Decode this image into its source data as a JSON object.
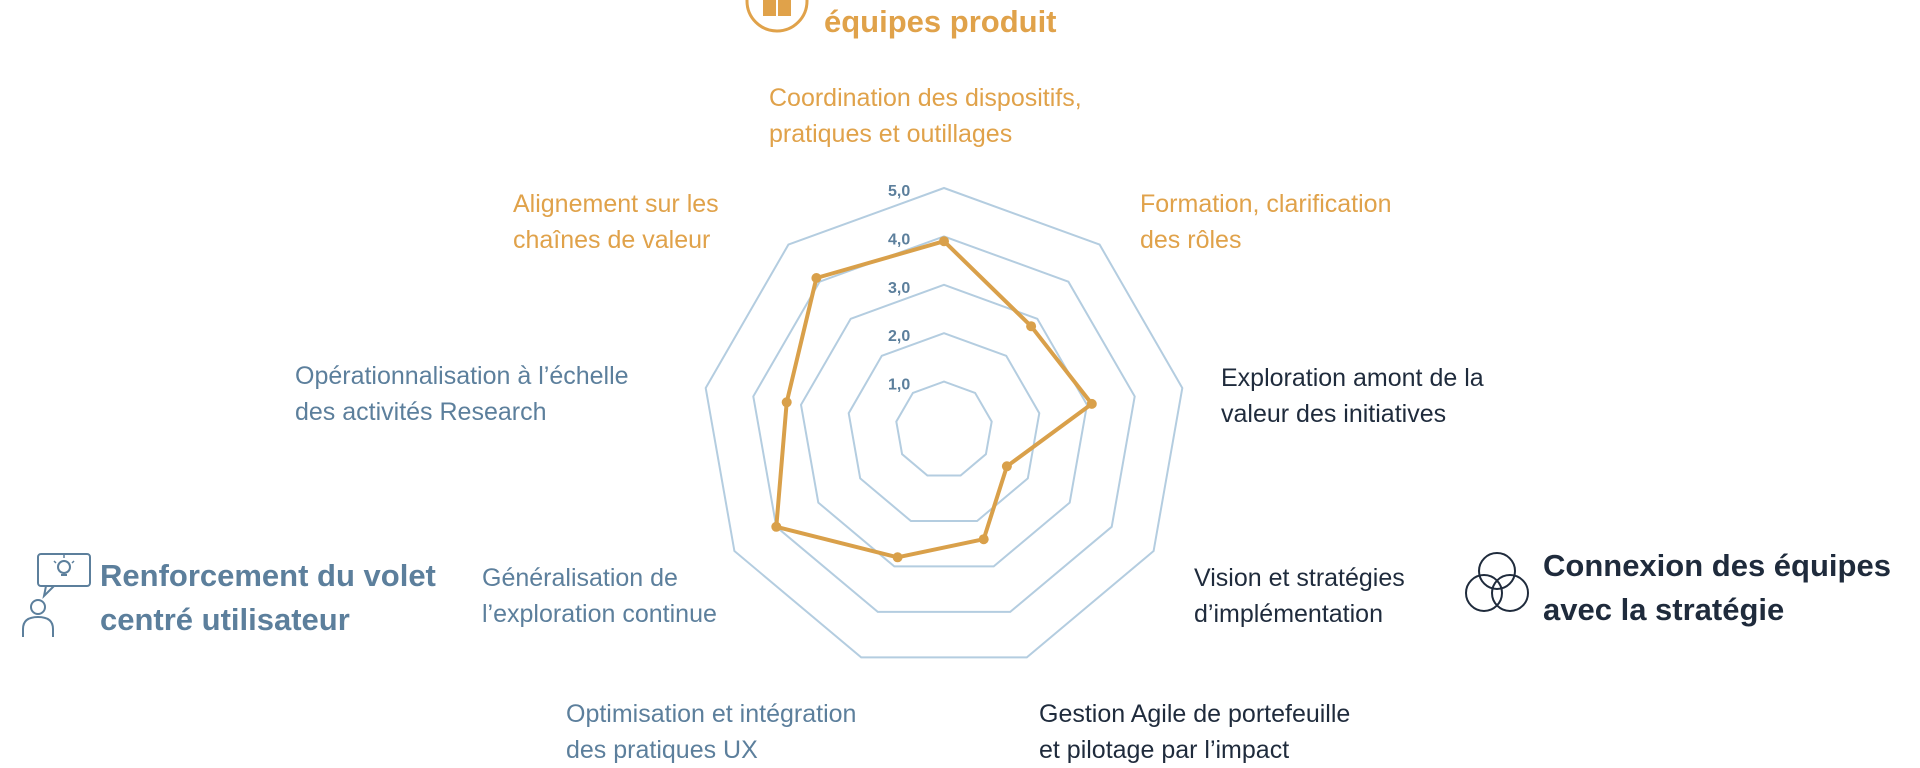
{
  "chart_data": {
    "type": "radar",
    "axes": [
      "Coordination des dispositifs, pratiques et outillages",
      "Formation, clarification des rôles",
      "Exploration amont de la valeur des initiatives",
      "Vision et stratégies d’implémentation",
      "Gestion Agile de portefeuille et pilotage par l’impact",
      "Optimisation et intégration des pratiques UX",
      "Généralisation de l’exploration continue",
      "Opérationnalisation à l’échelle des activités Research",
      "Alignement sur les chaînes de valeur"
    ],
    "rings": [
      1.0,
      2.0,
      3.0,
      4.0,
      5.0
    ],
    "ring_labels": [
      "1,0",
      "2,0",
      "3,0",
      "4,0",
      "5,0"
    ],
    "range": [
      0,
      5
    ],
    "series": [
      {
        "values": [
          3.9,
          2.8,
          3.1,
          1.5,
          2.4,
          2.8,
          4.0,
          3.3,
          4.1
        ],
        "color": "#d9a04a"
      }
    ],
    "grid_color": "#b4cde0"
  },
  "labels": {
    "a0": [
      "Coordination des dispositifs,",
      "pratiques et outillages"
    ],
    "a1": [
      "Formation, clarification",
      "des rôles"
    ],
    "a2": [
      "Exploration amont de la",
      "valeur des initiatives"
    ],
    "a3": [
      "Vision et stratégies",
      "d’implémentation"
    ],
    "a4": [
      "Gestion Agile de portefeuille",
      "et pilotage par l’impact"
    ],
    "a5": [
      "Optimisation et intégration",
      "des pratiques UX"
    ],
    "a6": [
      "Généralisation de",
      "l’exploration continue"
    ],
    "a7": [
      "Opérationnalisation à l’échelle",
      "des activités Research"
    ],
    "a8": [
      "Alignement sur les",
      "chaînes de valeur"
    ]
  },
  "groups": {
    "top": [
      "équipes produit"
    ],
    "left": [
      "Renforcement du volet",
      "centré utilisateur"
    ],
    "right": [
      "Connexion des équipes",
      "avec la stratégie"
    ]
  },
  "icons": {
    "top": "book-icon",
    "left": "user-idea-icon",
    "right": "venn-circles-icon"
  },
  "colors": {
    "orange": "#e0a24a",
    "blue": "#5c7f9c",
    "dark": "#1f2b3c"
  }
}
